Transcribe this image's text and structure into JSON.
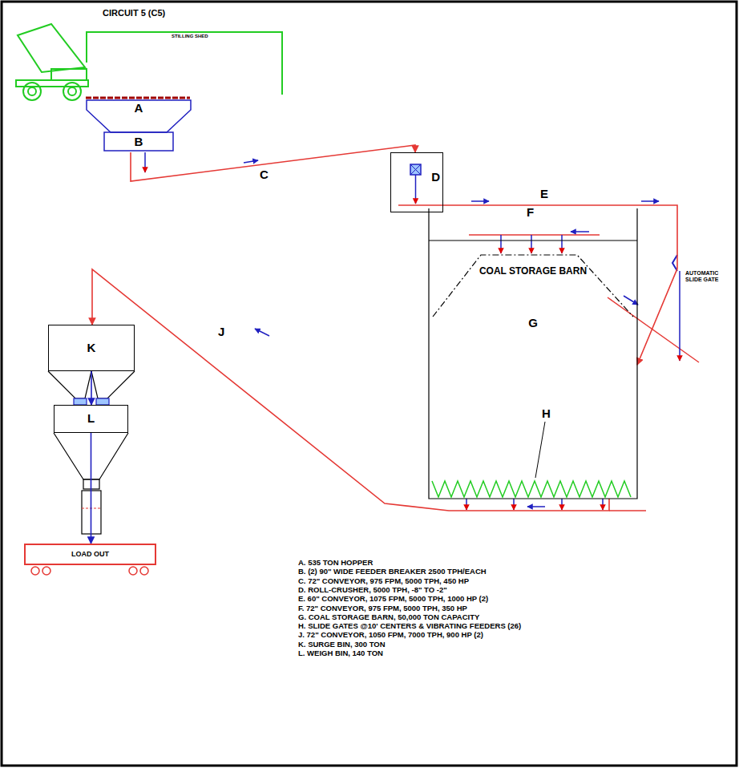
{
  "diagram": {
    "title": "CIRCUIT 5 (C5)",
    "nodes": [
      {
        "text": [
          "A"
        ]
      },
      {
        "text": [
          "B"
        ]
      },
      {
        "text": [
          "D"
        ]
      },
      {
        "text": [
          "COAL STORAGE BARN",
          "G"
        ]
      },
      {
        "text": [
          "K"
        ]
      },
      {
        "text": [
          "L"
        ]
      },
      {
        "text": [
          "LOAD OUT"
        ]
      }
    ],
    "edges": [
      {
        "from": 1,
        "to": 2,
        "arrow": "to",
        "label": "C"
      },
      {
        "from": 2,
        "to": 3,
        "arrow": "to",
        "label": "E"
      },
      {
        "from": 3,
        "to": 4,
        "arrow": "to",
        "label": "J"
      },
      {
        "from": 4,
        "to": 5,
        "arrow": "to"
      },
      {
        "from": 5,
        "to": 6,
        "arrow": "to"
      }
    ],
    "labels": [
      "STILLING SHED",
      "F",
      "H",
      "AUTOMATIC SLIDE GATE",
      "A. 535 TON HOPPER",
      "B. (2) 90\" WIDE FEEDER BREAKER 2500 TPH/EACH",
      "C. 72\" CONVEYOR, 975 FPM, 5000 TPH, 450 HP",
      "D. ROLL-CRUSHER, 5000 TPH, -8\" TO -2\"",
      "E. 60\" CONVEYOR, 1075 FPM, 5000 TPH, 1000 HP (2)",
      "F. 72\" CONVEYOR, 975 FPM, 5000 TPH, 350 HP",
      "G. COAL STORAGE BARN, 50,000 TON CAPACITY",
      "H. SLIDE GATES @10' CENTERS & VIBRATING FEEDERS (26)",
      "J. 72\" CONVEYOR, 1050 FPM, 7000 TPH, 900 HP (2)",
      "K. SURGE BIN, 300 TON",
      "L. WEIGH BIN, 140 TON"
    ]
  }
}
